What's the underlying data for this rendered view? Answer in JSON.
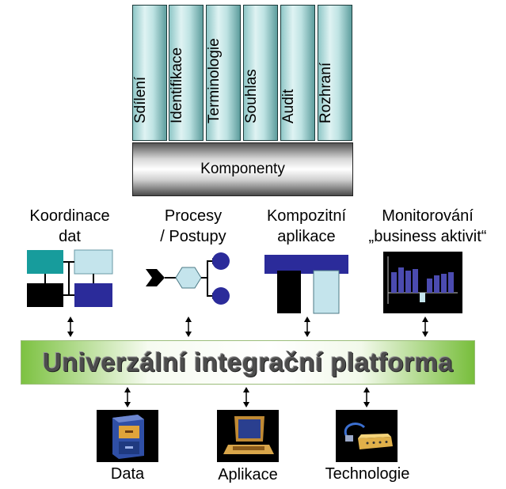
{
  "pillars": [
    {
      "label": "Sdílení"
    },
    {
      "label": "Identifikace"
    },
    {
      "label": "Terminologie"
    },
    {
      "label": "Souhlas"
    },
    {
      "label": "Audit"
    },
    {
      "label": "Rozhraní"
    }
  ],
  "components": {
    "label": "Komponenty"
  },
  "categories": [
    {
      "line1": "Koordinace",
      "line2": "dat",
      "icon": "data-coordination-icon"
    },
    {
      "line1": "Procesy",
      "line2": "/ Postupy",
      "icon": "process-flow-icon"
    },
    {
      "line1": "Kompozitní",
      "line2": "aplikace",
      "icon": "composite-app-icon"
    },
    {
      "line1": "Monitorování",
      "line2": "„business aktivit“",
      "icon": "bar-chart-icon"
    }
  ],
  "platform": {
    "label": "Univerzální integrační platforma"
  },
  "bottom": [
    {
      "label": "Data",
      "icon": "file-cabinet-icon"
    },
    {
      "label": "Aplikace",
      "icon": "laptop-icon"
    },
    {
      "label": "Technologie",
      "icon": "modem-cable-icon"
    }
  ],
  "colors": {
    "pillar": "#bfe3e3",
    "teal": "#179c9c",
    "navy": "#2b2b9a",
    "light_blue": "#c4e4ec",
    "platform_green": "#7dc242"
  }
}
